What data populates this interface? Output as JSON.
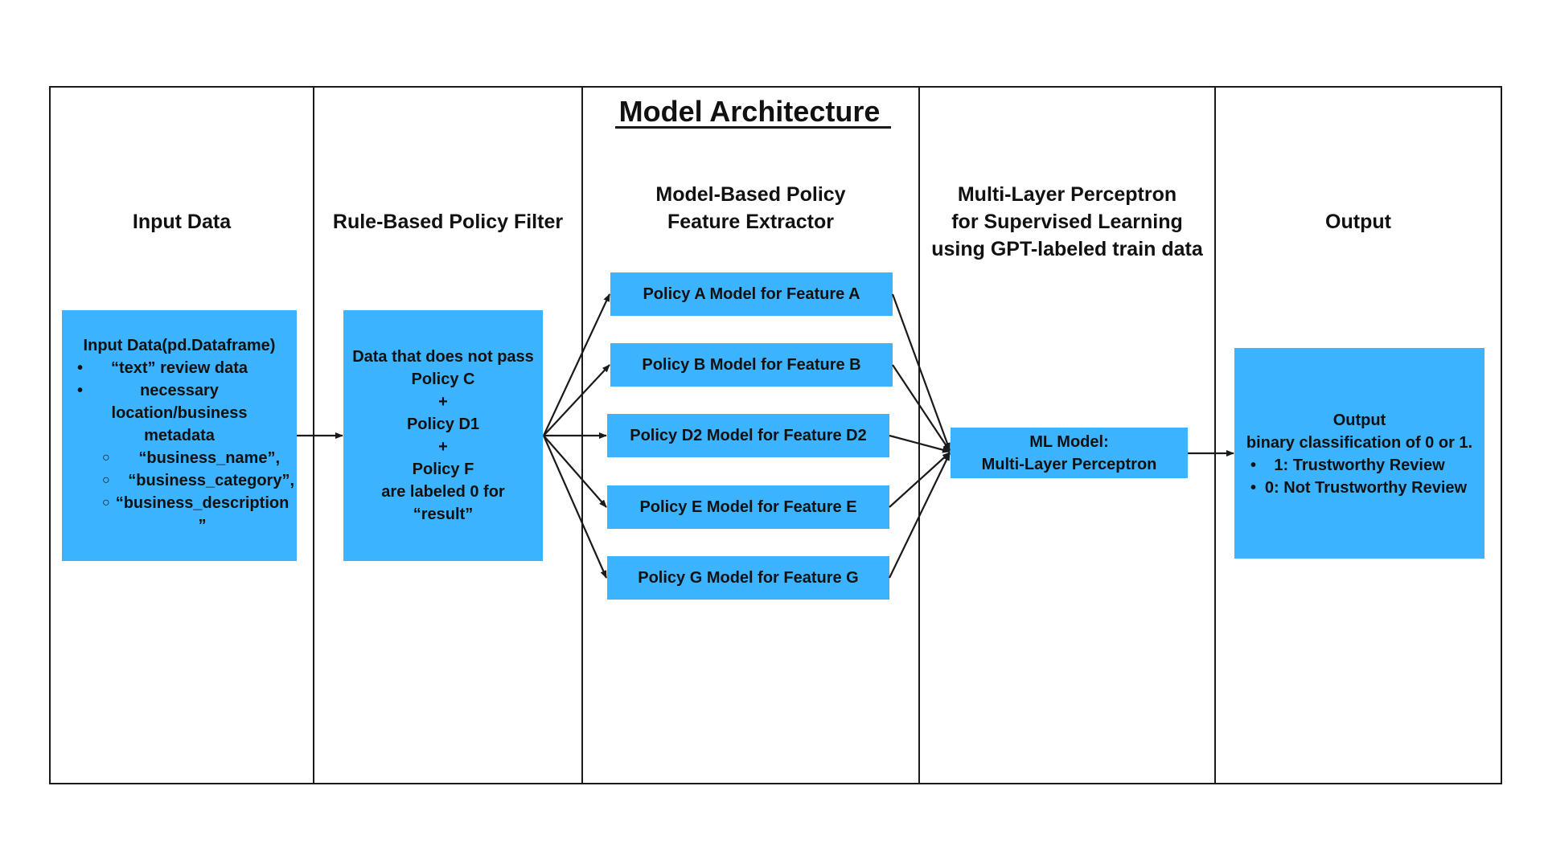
{
  "title": "Model Architecture",
  "columns": [
    {
      "header": "Input Data"
    },
    {
      "header": "Rule-Based Policy Filter"
    },
    {
      "header": "Model-Based Policy\nFeature Extractor"
    },
    {
      "header": "Multi-Layer Perceptron\nfor Supervised Learning\nusing GPT-labeled train data"
    },
    {
      "header": "Output"
    }
  ],
  "input_box": {
    "title": "Input Data(pd.Dataframe)",
    "bullets": [
      "“text” review data",
      "necessary\nlocation/business\nmetadata"
    ],
    "sub_items": [
      "“business_name”,",
      "“business_category”,",
      "“business_description\n”"
    ]
  },
  "filter_box": {
    "lines": [
      "Data that does not pass",
      "Policy C",
      "+",
      "Policy D1",
      "+",
      "Policy F",
      "are labeled 0 for",
      "“result”"
    ]
  },
  "policy_models": [
    "Policy A Model for Feature A",
    "Policy B Model for Feature B",
    "Policy D2 Model for Feature D2",
    "Policy E Model for Feature E",
    "Policy G Model for Feature G"
  ],
  "mlp_box": {
    "line1": "ML Model:",
    "line2": "Multi-Layer Perceptron"
  },
  "output_box": {
    "title": "Output",
    "subtitle": "binary classification of 0 or 1.",
    "items": [
      "1: Trustworthy Review",
      "0: Not Trustworthy Review"
    ]
  },
  "colors": {
    "box_fill": "#3bb3ff",
    "line": "#1a1a1a"
  }
}
